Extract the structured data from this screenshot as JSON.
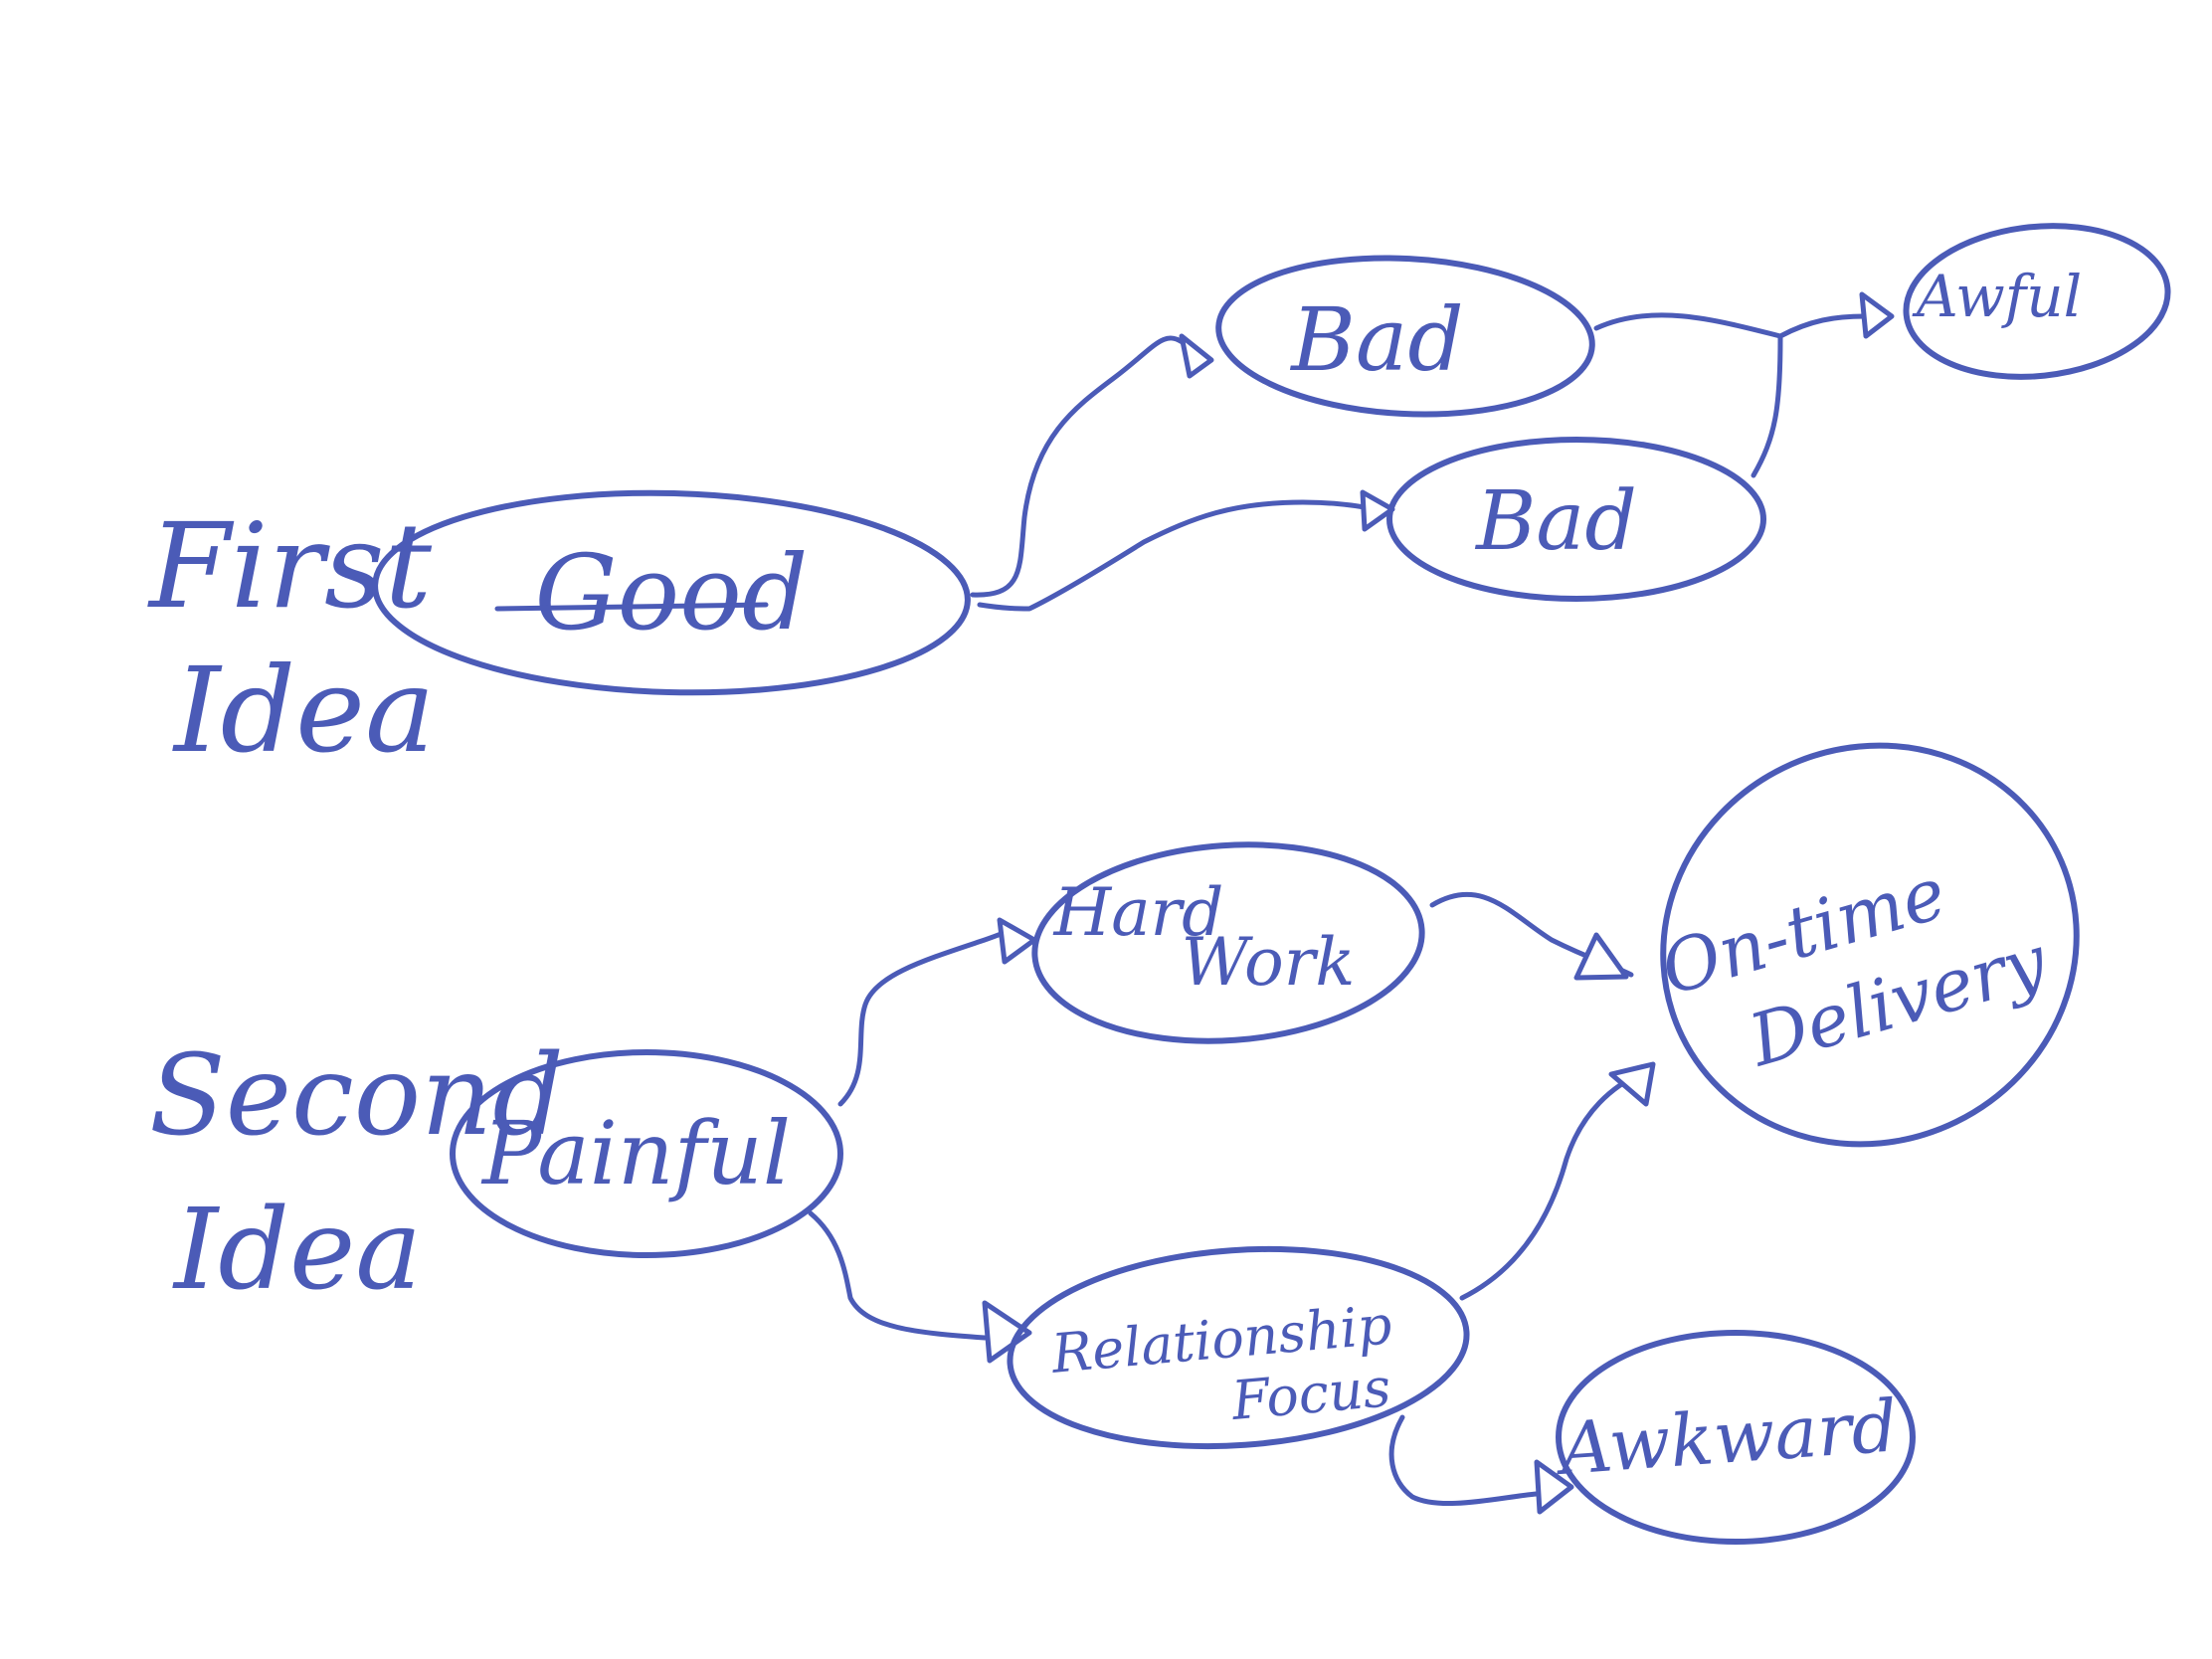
{
  "diagram": {
    "ink_color": "#4B5BB7",
    "background": "#FFFFFF",
    "first_idea": {
      "label_line1": "First",
      "label_line2": "Idea",
      "nodes": {
        "good": "Good",
        "bad_top": "Bad",
        "bad_bottom": "Bad",
        "awful": "Awful"
      }
    },
    "second_idea": {
      "label_line1": "Second",
      "label_line2": "Idea",
      "nodes": {
        "painful": "Painful",
        "hard_work_line1": "Hard",
        "hard_work_line2": "Work",
        "on_time_line1": "On-time",
        "on_time_line2": "Delivery",
        "relationship_line1": "Relationship",
        "relationship_line2": "Focus",
        "awkward": "Awkward"
      }
    }
  }
}
